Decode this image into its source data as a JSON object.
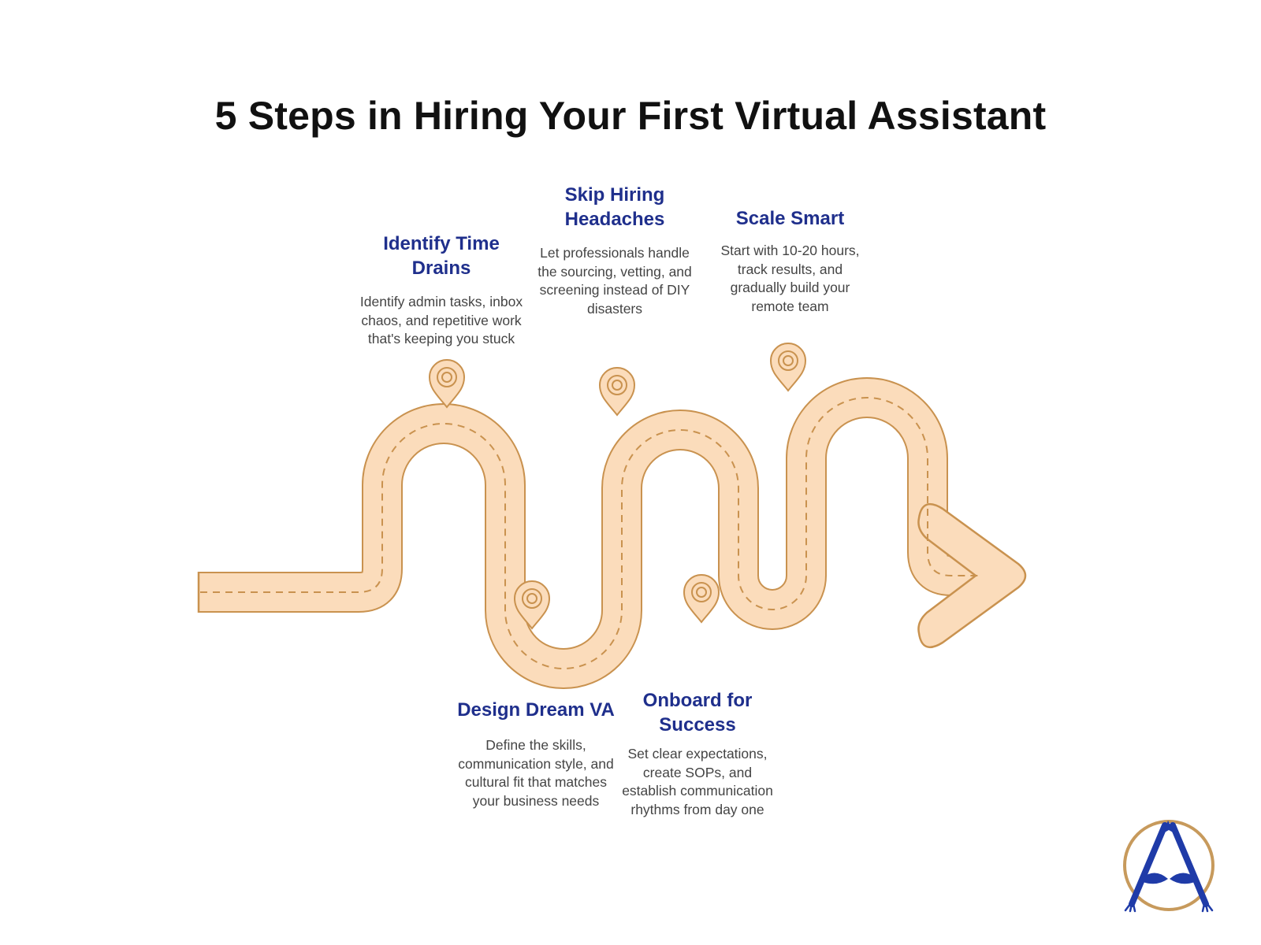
{
  "title": "5 Steps in Hiring Your First Virtual Assistant",
  "colors": {
    "road_fill": "#fbdcbb",
    "road_edge": "#c9924f",
    "heading": "#1f2f8c",
    "logo_blue": "#1f3ba8",
    "logo_ring": "#c79a5c"
  },
  "icons": {
    "marker": "location-pin-icon",
    "logo": "brand-logo-icon"
  },
  "steps": [
    {
      "title": "Identify Time Drains",
      "description": "Identify admin tasks, inbox chaos, and repetitive work that's keeping you stuck"
    },
    {
      "title": "Design Dream VA",
      "description": "Define the skills, communication style, and cultural fit that matches your business needs"
    },
    {
      "title": "Skip Hiring Headaches",
      "description": "Let professionals handle the sourcing, vetting, and screening instead of DIY disasters"
    },
    {
      "title": "Onboard for Success",
      "description": "Set clear expectations, create SOPs, and establish communication rhythms from day one"
    },
    {
      "title": "Scale Smart",
      "description": "Start with 10-20 hours, track results, and gradually build your remote team"
    }
  ]
}
